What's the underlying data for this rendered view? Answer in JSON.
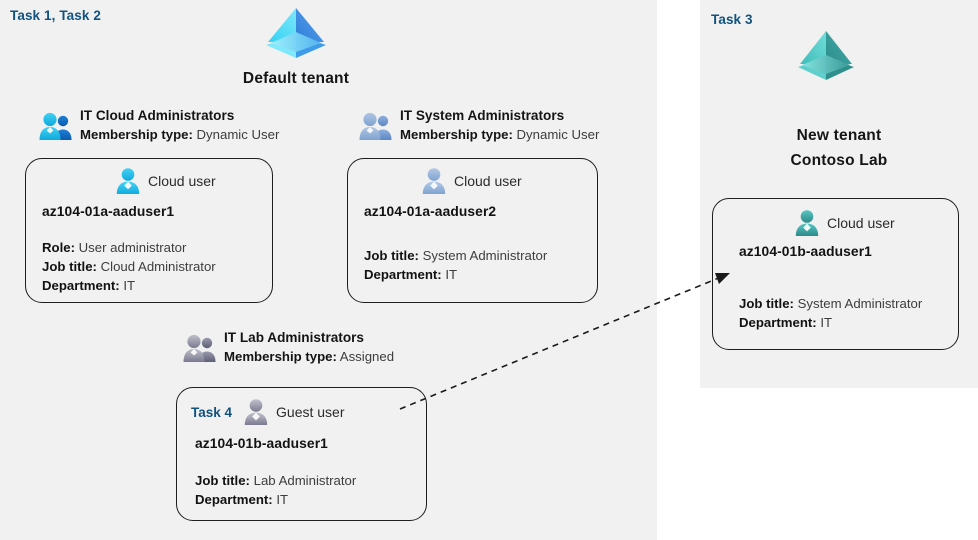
{
  "panels": {
    "left": {
      "task_label": "Task 1, Task 2"
    },
    "right": {
      "task_label": "Task 3"
    }
  },
  "tenants": [
    {
      "id": "default-tenant",
      "title": "Default tenant",
      "icon": "azure-ad-tenant-icon",
      "color_left": "#50E6FF",
      "color_right": "#3B8CEA"
    },
    {
      "id": "new-tenant",
      "title_line1": "New  tenant",
      "title_line2": "Contoso Lab",
      "icon": "azure-ad-tenant-icon",
      "color_left": "#4CC4C0",
      "color_right": "#2E8F8C"
    }
  ],
  "groups": [
    {
      "id": "it-cloud-administrators",
      "name": "IT Cloud Administrators",
      "membership_label": "Membership type:",
      "membership_value": "Dynamic User",
      "icon": "group-users-icon",
      "icon_tone": "cyan"
    },
    {
      "id": "it-system-administrators",
      "name": "IT System Administrators",
      "membership_label": "Membership type:",
      "membership_value": "Dynamic User",
      "icon": "group-users-icon",
      "icon_tone": "steel"
    },
    {
      "id": "it-lab-administrators",
      "name": "IT Lab Administrators",
      "membership_label": "Membership type:",
      "membership_value": "Assigned",
      "icon": "group-users-icon",
      "icon_tone": "gray"
    }
  ],
  "cards": [
    {
      "id": "az104-01a-aaduser1",
      "task": "",
      "user_type": "Cloud user",
      "icon": "cloud-user-icon",
      "icon_tone": "cyan",
      "name": "az104-01a-aaduser1",
      "attrs": [
        {
          "label": "Role:",
          "value": "User administrator"
        },
        {
          "label": "Job title:",
          "value": "Cloud Administrator"
        },
        {
          "label": "Department:",
          "value": "IT"
        }
      ]
    },
    {
      "id": "az104-01a-aaduser2",
      "task": "",
      "user_type": "Cloud user",
      "icon": "cloud-user-icon",
      "icon_tone": "steel",
      "name": "az104-01a-aaduser2",
      "attrs": [
        {
          "label": "Job title:",
          "value": "System Administrator"
        },
        {
          "label": "Department:",
          "value": "IT"
        }
      ]
    },
    {
      "id": "az104-01b-aaduser1-guest",
      "task": "Task 4",
      "user_type": "Guest user",
      "icon": "guest-user-icon",
      "icon_tone": "gray",
      "name": "az104-01b-aaduser1",
      "attrs": [
        {
          "label": "Job title:",
          "value": "Lab Administrator"
        },
        {
          "label": "Department:",
          "value": "IT"
        }
      ]
    },
    {
      "id": "az104-01b-aaduser1-cloud",
      "task": "",
      "user_type": "Cloud user",
      "icon": "cloud-user-icon",
      "icon_tone": "teal",
      "name": "az104-01b-aaduser1",
      "attrs": [
        {
          "label": "Job title:",
          "value": "System Administrator"
        },
        {
          "label": "Department:",
          "value": "IT"
        }
      ]
    }
  ],
  "connector": {
    "name": "guest-invite-arrow",
    "style": "dashed",
    "color": "#1a1a1a",
    "from_card": "az104-01b-aaduser1-guest",
    "to_card": "az104-01b-aaduser1-cloud"
  },
  "colors": {
    "panel_background": "#f1f1f1",
    "page_background": "#ffffff",
    "task_accent": "#12527f",
    "card_border": "#1e1e1e",
    "text_primary": "#141414",
    "text_secondary": "#3d3d3d"
  }
}
